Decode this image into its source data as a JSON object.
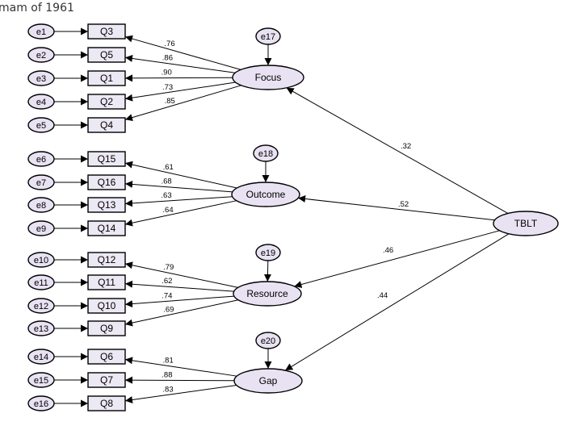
{
  "header_fragment": "mam of 1961",
  "latent_factors": [
    {
      "id": "Focus",
      "label": "Focus",
      "disturbance": "e17",
      "path_from_tblt": ".32",
      "indicators": [
        {
          "item": "Q3",
          "error": "e1",
          "loading": ".76"
        },
        {
          "item": "Q5",
          "error": "e2",
          "loading": ".86"
        },
        {
          "item": "Q1",
          "error": "e3",
          "loading": ".90"
        },
        {
          "item": "Q2",
          "error": "e4",
          "loading": ".73"
        },
        {
          "item": "Q4",
          "error": "e5",
          "loading": ".85"
        }
      ]
    },
    {
      "id": "Outcome",
      "label": "Outcome",
      "disturbance": "e18",
      "path_from_tblt": ".52",
      "indicators": [
        {
          "item": "Q15",
          "error": "e6",
          "loading": ".61"
        },
        {
          "item": "Q16",
          "error": "e7",
          "loading": ".68"
        },
        {
          "item": "Q13",
          "error": "e8",
          "loading": ".63"
        },
        {
          "item": "Q14",
          "error": "e9",
          "loading": ".64"
        }
      ]
    },
    {
      "id": "Resource",
      "label": "Resource",
      "disturbance": "e19",
      "path_from_tblt": ".46",
      "indicators": [
        {
          "item": "Q12",
          "error": "e10",
          "loading": ".79"
        },
        {
          "item": "Q11",
          "error": "e11",
          "loading": ".62"
        },
        {
          "item": "Q10",
          "error": "e12",
          "loading": ".74"
        },
        {
          "item": "Q9",
          "error": "e13",
          "loading": ".69"
        }
      ]
    },
    {
      "id": "Gap",
      "label": "Gap",
      "disturbance": "e20",
      "path_from_tblt": ".44",
      "indicators": [
        {
          "item": "Q6",
          "error": "e14",
          "loading": ".81"
        },
        {
          "item": "Q7",
          "error": "e15",
          "loading": ".88"
        },
        {
          "item": "Q8",
          "error": "e16",
          "loading": ".83"
        }
      ]
    }
  ],
  "second_order": {
    "label": "TBLT"
  },
  "colors": {
    "node_fill": "#e8e2f2",
    "stroke": "#000000"
  }
}
